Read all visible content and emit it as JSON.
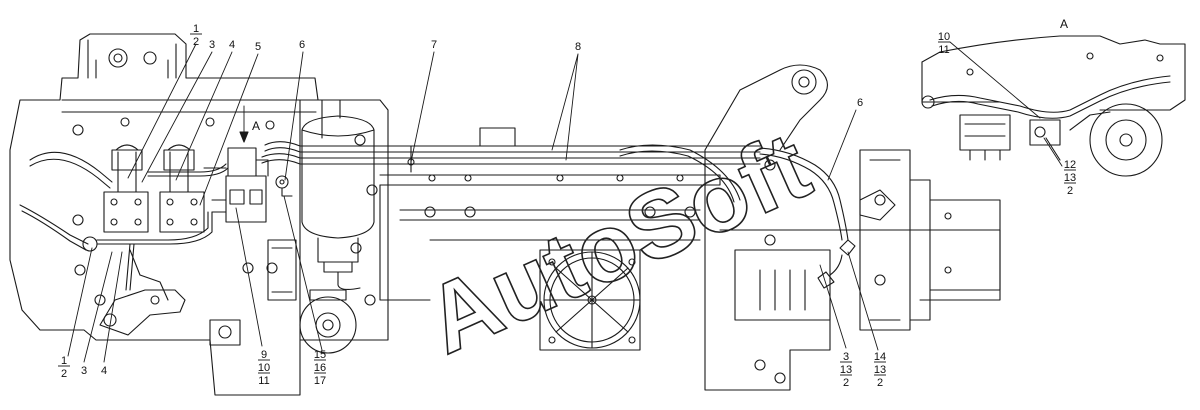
{
  "watermark": "AutoSoft",
  "view_label": "A",
  "inset_view_label": "A",
  "callouts": [
    {
      "id": "c-1-2-top",
      "lines": [
        "1",
        "2"
      ]
    },
    {
      "id": "c-3-top",
      "lines": [
        "3"
      ]
    },
    {
      "id": "c-4-top",
      "lines": [
        "4"
      ]
    },
    {
      "id": "c-5",
      "lines": [
        "5"
      ]
    },
    {
      "id": "c-6-left",
      "lines": [
        "6"
      ]
    },
    {
      "id": "c-7",
      "lines": [
        "7"
      ]
    },
    {
      "id": "c-8",
      "lines": [
        "8"
      ]
    },
    {
      "id": "c-6-right",
      "lines": [
        "6"
      ]
    },
    {
      "id": "c-1-2-bottom",
      "lines": [
        "1",
        "2"
      ]
    },
    {
      "id": "c-3-bottom",
      "lines": [
        "3"
      ]
    },
    {
      "id": "c-4-bottom",
      "lines": [
        "4"
      ]
    },
    {
      "id": "c-9-10-11",
      "lines": [
        "9",
        "10",
        "11"
      ]
    },
    {
      "id": "c-15-16-17",
      "lines": [
        "15",
        "16",
        "17"
      ]
    },
    {
      "id": "c-3-13-2",
      "lines": [
        "3",
        "13",
        "2"
      ]
    },
    {
      "id": "c-14-13-2",
      "lines": [
        "14",
        "13",
        "2"
      ]
    },
    {
      "id": "c-inset-10-11",
      "lines": [
        "10",
        "11"
      ]
    },
    {
      "id": "c-inset-12-13-2",
      "lines": [
        "12",
        "13",
        "2"
      ]
    }
  ]
}
